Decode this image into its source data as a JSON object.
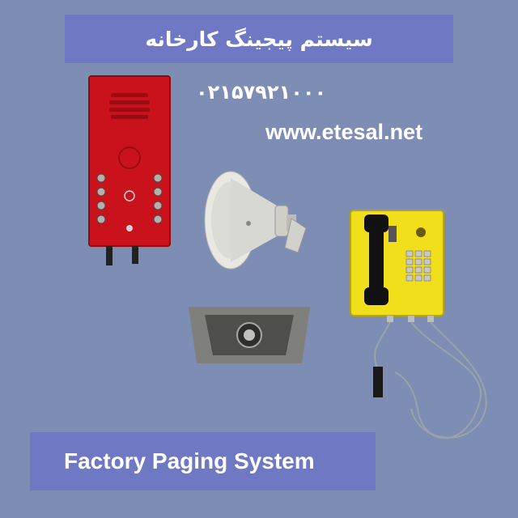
{
  "header": {
    "title": "سیستم پیجینگ کارخانه"
  },
  "contact": {
    "phone": "۰۲۱۵۷۹۲۱۰۰۰",
    "website": "www.etesal.net"
  },
  "footer": {
    "caption": "Factory Paging System"
  },
  "products": [
    {
      "name": "red-intercom-panel",
      "color": "#c9121b"
    },
    {
      "name": "horn-speaker",
      "color": "#e9e9e4"
    },
    {
      "name": "rectangular-horn-speaker",
      "color": "#7f807b"
    },
    {
      "name": "yellow-industrial-phone",
      "color": "#f2df1c"
    }
  ],
  "colors": {
    "background": "#7e8db4",
    "banner": "#6f78c2",
    "text": "#ffffff"
  }
}
